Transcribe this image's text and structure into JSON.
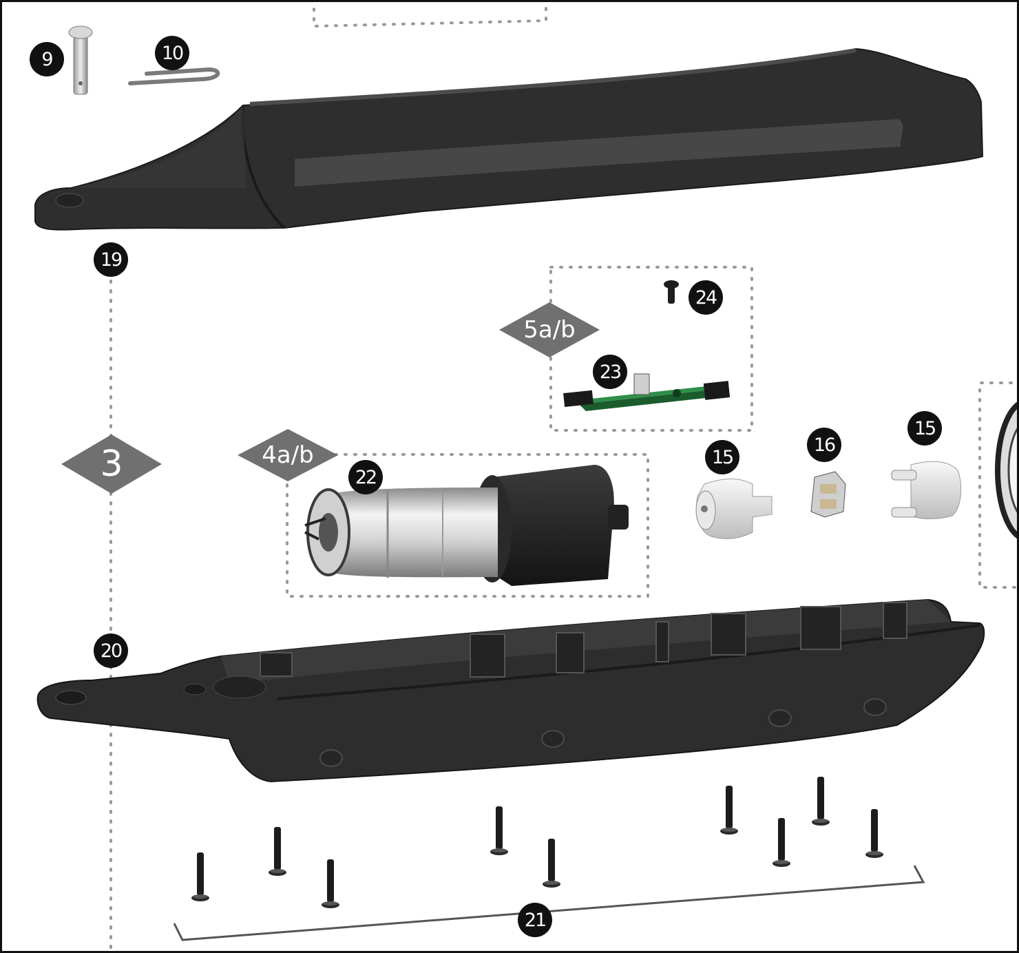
{
  "callouts": {
    "c9": "9",
    "c10": "10",
    "c19": "19",
    "c20": "20",
    "c21": "21",
    "c22": "22",
    "c23": "23",
    "c24": "24",
    "c15a": "15",
    "c15b": "15",
    "c16": "16"
  },
  "assemblies": {
    "a3": "3",
    "a4": "4a/b",
    "a5": "5a/b"
  },
  "colors": {
    "callout": "#111111",
    "diamond": "#707070",
    "housing": "#2d2d2d",
    "dotted_line": "#999999"
  }
}
